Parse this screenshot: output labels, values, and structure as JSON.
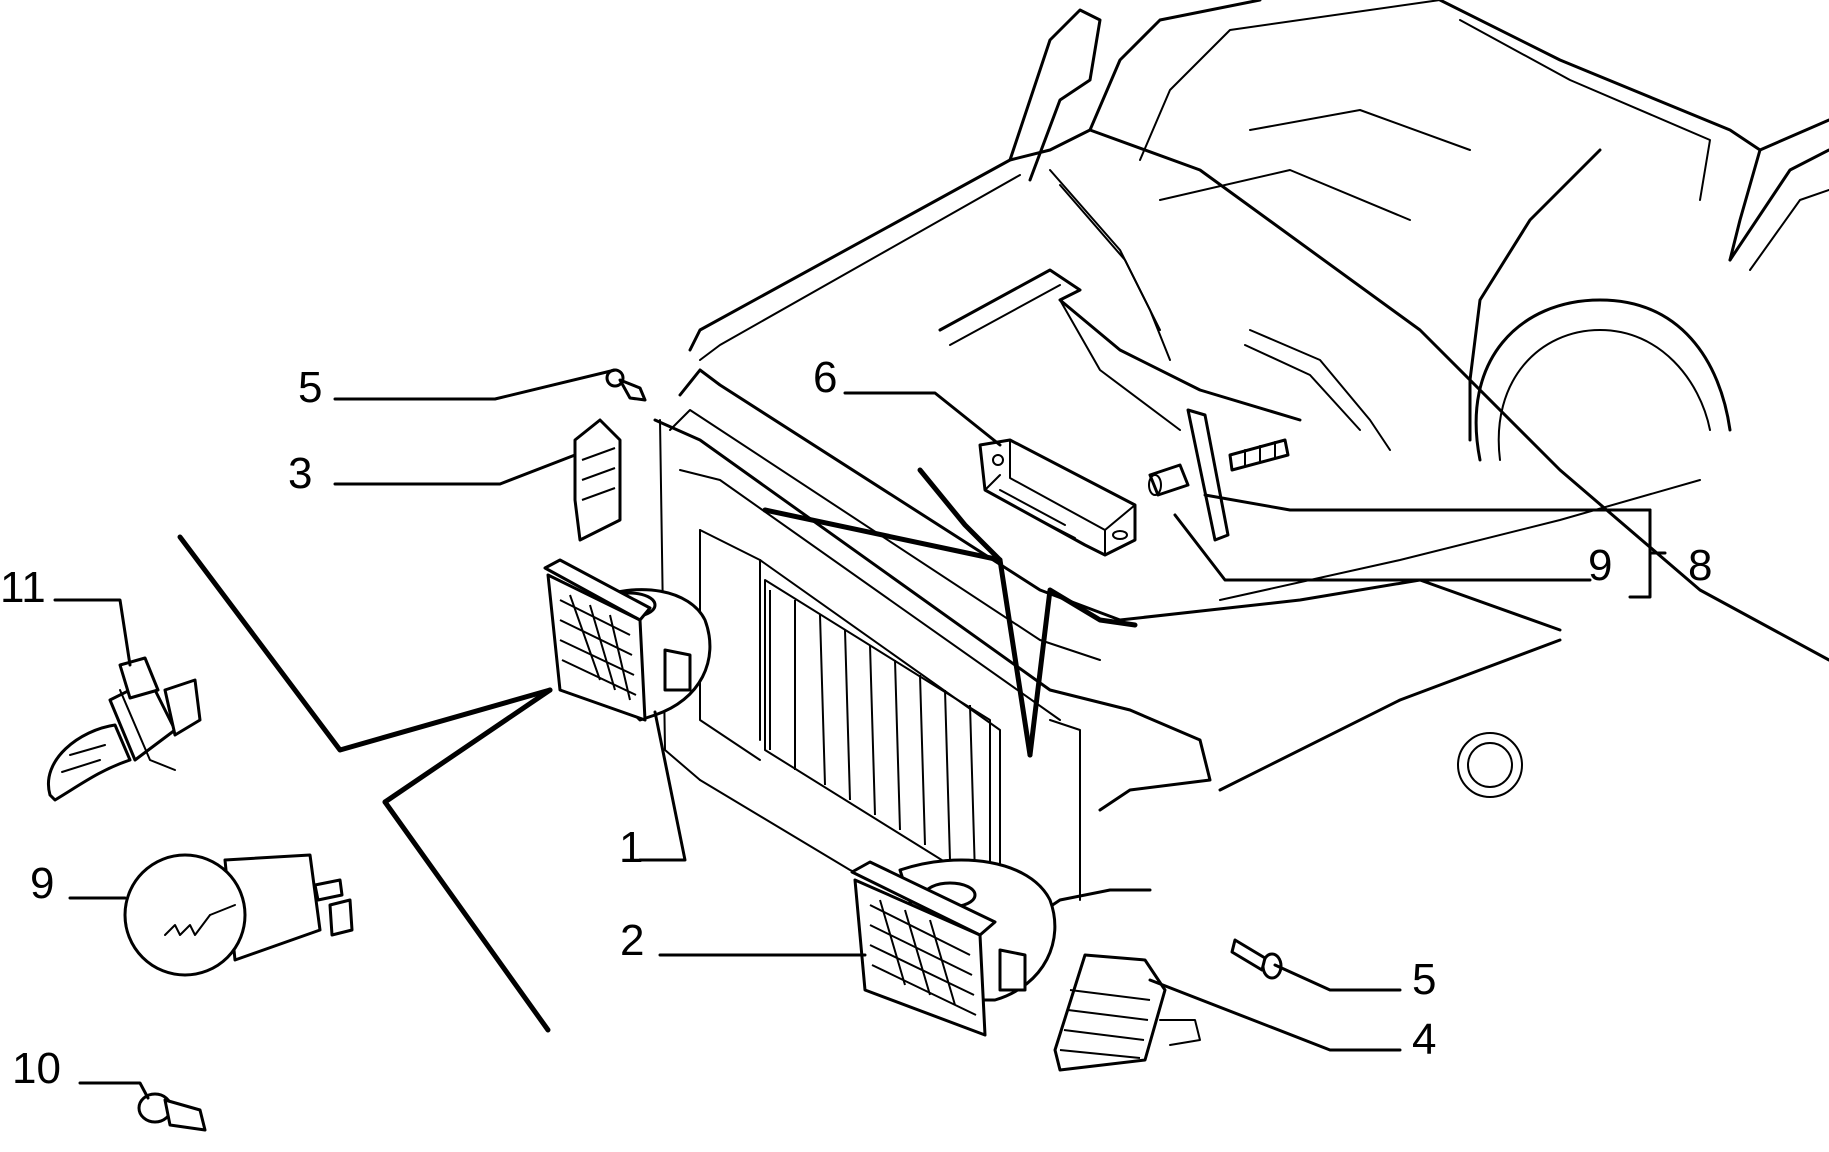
{
  "diagram": {
    "labels": [
      {
        "id": "label-1",
        "text": "1"
      },
      {
        "id": "label-2",
        "text": "2"
      },
      {
        "id": "label-3",
        "text": "3"
      },
      {
        "id": "label-4",
        "text": "4"
      },
      {
        "id": "label-5-top",
        "text": "5"
      },
      {
        "id": "label-5-right",
        "text": "5"
      },
      {
        "id": "label-6",
        "text": "6"
      },
      {
        "id": "label-8",
        "text": "8"
      },
      {
        "id": "label-9-right",
        "text": "9"
      },
      {
        "id": "label-9-left",
        "text": "9"
      },
      {
        "id": "label-10",
        "text": "10"
      },
      {
        "id": "label-11",
        "text": "11"
      }
    ]
  }
}
